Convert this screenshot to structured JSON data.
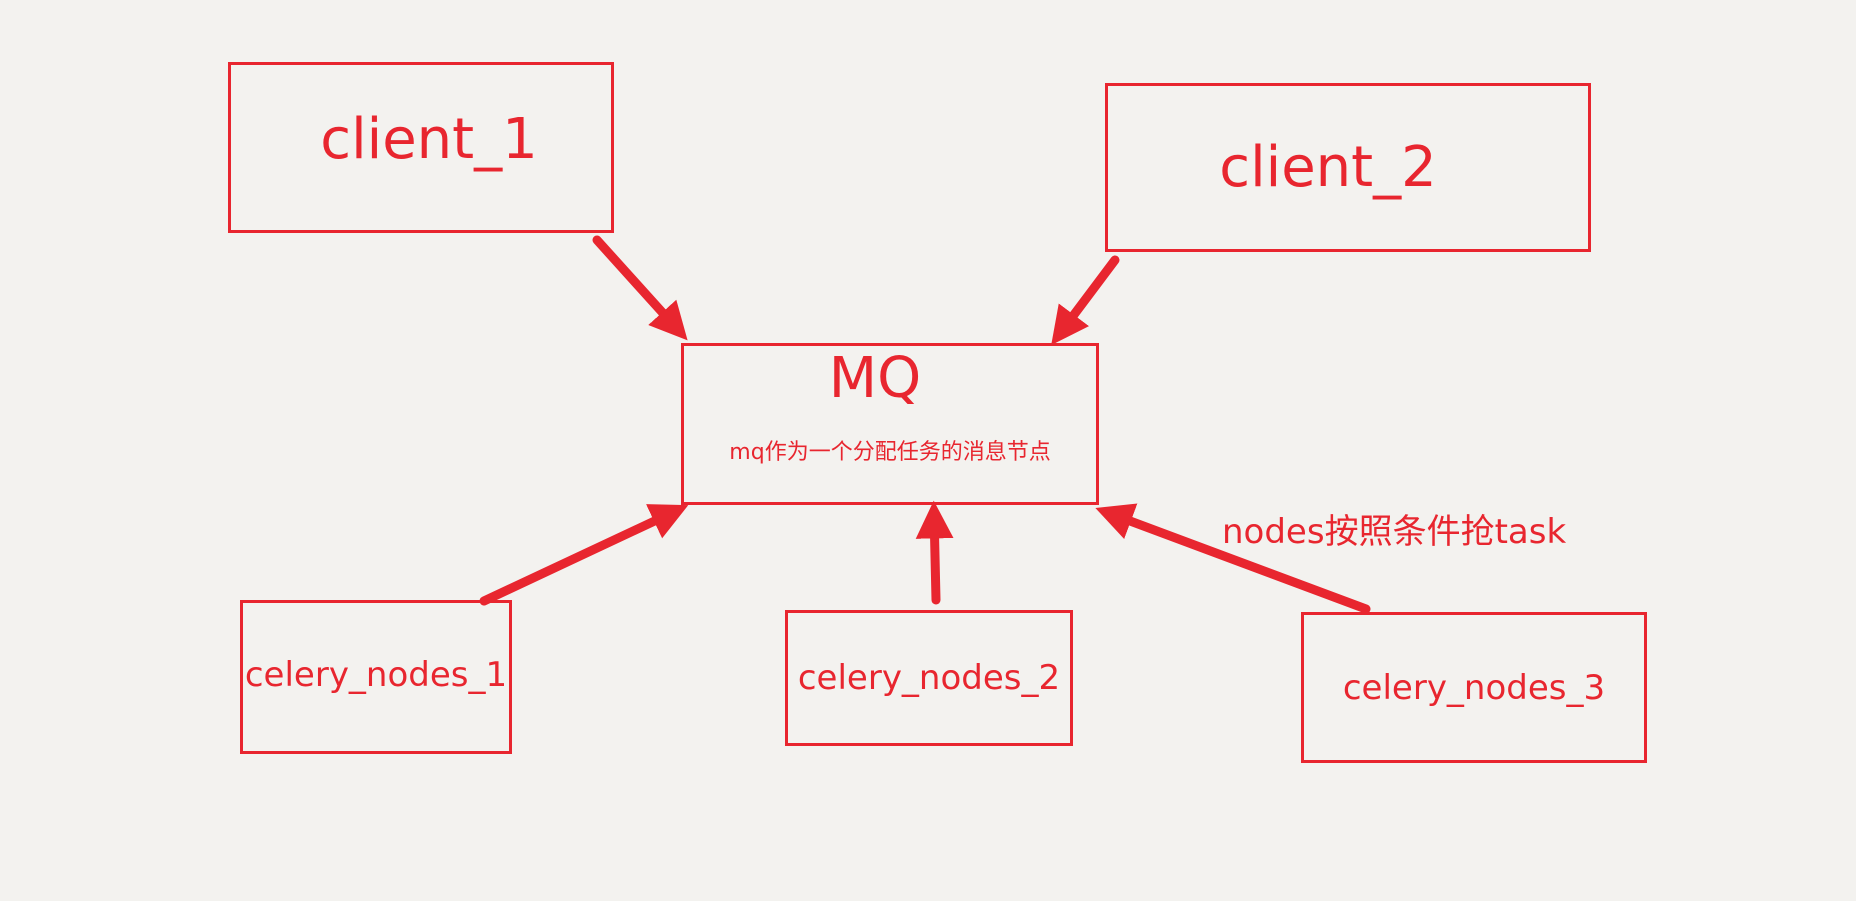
{
  "colors": {
    "accent": "#e8262f",
    "background": "#f3f2ef"
  },
  "clients": [
    {
      "label": "client_1"
    },
    {
      "label": "client_2"
    }
  ],
  "mq": {
    "title": "MQ",
    "subtitle": "mq作为一个分配任务的消息节点"
  },
  "nodes": [
    {
      "label": "celery_nodes_1"
    },
    {
      "label": "celery_nodes_2"
    },
    {
      "label": "celery_nodes_3"
    }
  ],
  "annotation": "nodes按照条件抢task"
}
